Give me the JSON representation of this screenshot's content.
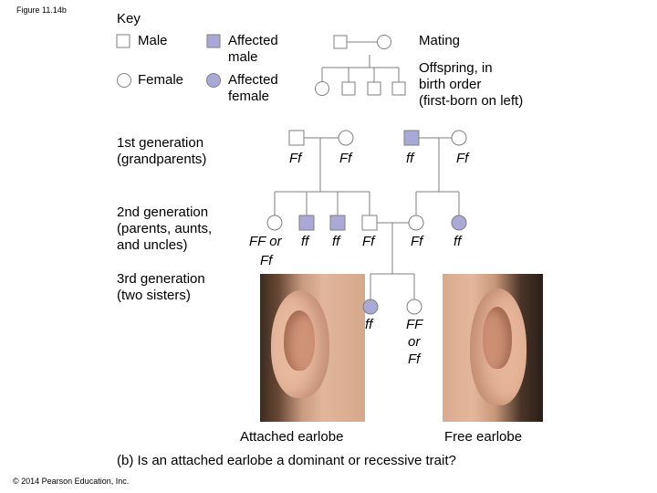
{
  "figure_label": "Figure 11.14b",
  "key": {
    "title": "Key",
    "male": "Male",
    "female": "Female",
    "affected_male": [
      "Affected",
      "male"
    ],
    "affected_female": [
      "Affected",
      "female"
    ],
    "mating": "Mating",
    "offspring": [
      "Offspring, in",
      "birth order",
      "(first-born on left)"
    ]
  },
  "generations": {
    "first": [
      "1st generation",
      "(grandparents)"
    ],
    "second": [
      "2nd generation",
      "(parents, aunts,",
      "and uncles)"
    ],
    "third": [
      "3rd generation",
      "(two sisters)"
    ]
  },
  "genotypes": {
    "gp1_male": "Ff",
    "gp1_female": "Ff",
    "gp2_male": "ff",
    "gp2_female": "Ff",
    "g2_1": [
      "FF or",
      "Ff"
    ],
    "g2_2": "ff",
    "g2_3": "ff",
    "g2_4": "Ff",
    "g2_5": "Ff",
    "g2_6": "ff",
    "g3_1": "ff",
    "g3_2": [
      "FF",
      "or",
      "Ff"
    ]
  },
  "photo_captions": {
    "left": "Attached earlobe",
    "right": "Free earlobe"
  },
  "question": "(b) Is an attached earlobe a dominant or recessive trait?",
  "copyright": "© 2014 Pearson Education, Inc.",
  "colors": {
    "affected_fill": "#a9a8d6",
    "unaffected_fill": "#ffffff",
    "line": "#7f7f7f"
  }
}
